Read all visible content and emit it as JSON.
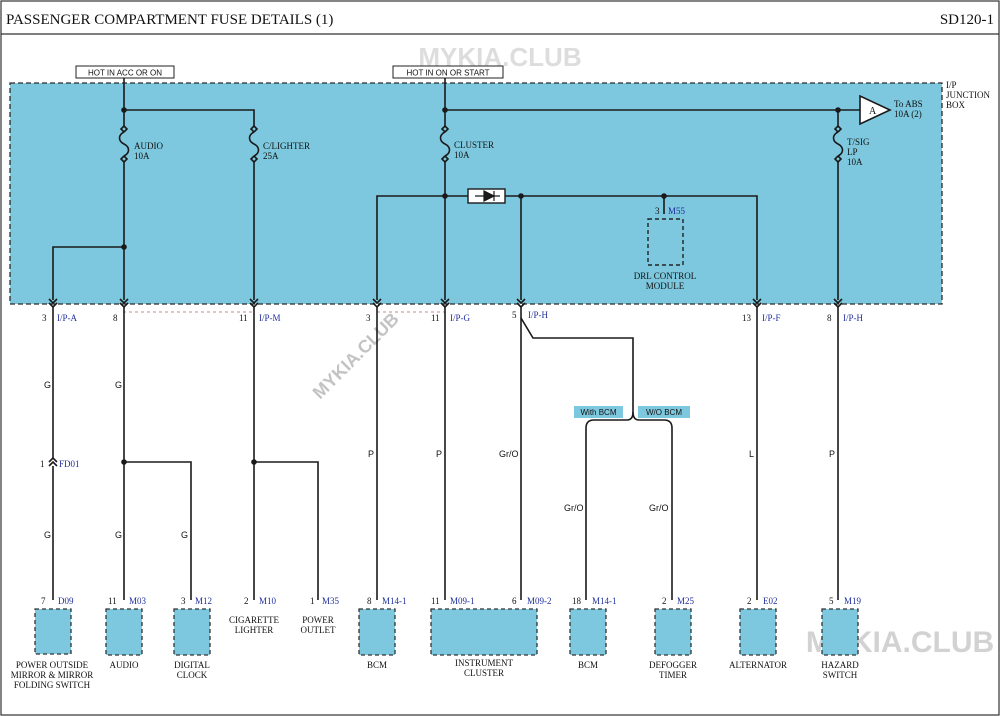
{
  "header": {
    "title": "PASSENGER COMPARTMENT FUSE DETAILS (1)",
    "code": "SD120-1"
  },
  "watermark": "MYKIA.CLUB",
  "supply": {
    "acc": "HOT IN ACC OR ON",
    "on": "HOT IN ON OR START"
  },
  "junction_box": {
    "line1": "I/P",
    "line2": "JUNCTION",
    "line3": "BOX"
  },
  "fuses": [
    {
      "name": "AUDIO",
      "rating": "10A"
    },
    {
      "name": "C/LIGHTER",
      "rating": "25A"
    },
    {
      "name": "CLUSTER",
      "rating": "10A"
    },
    {
      "name": "T/SIG",
      "name2": "LP",
      "rating": "10A"
    }
  ],
  "abs_ref": {
    "letter": "A",
    "line1": "To ABS",
    "line2": "10A (2)"
  },
  "drl": {
    "pin": "3",
    "connector": "M55",
    "line1": "DRL CONTROL",
    "line2": "MODULE"
  },
  "jb_pins": [
    {
      "pin": "3",
      "connector": "I/P-A"
    },
    {
      "pin": "8",
      "connector": ""
    },
    {
      "pin": "11",
      "connector": "I/P-M"
    },
    {
      "pin": "3",
      "connector": ""
    },
    {
      "pin": "11",
      "connector": "I/P-G"
    },
    {
      "pin": "5",
      "connector": "I/P-H"
    },
    {
      "pin": "13",
      "connector": "I/P-F"
    },
    {
      "pin": "8",
      "connector": "I/P-H"
    }
  ],
  "wire_colors": {
    "g1": "G",
    "g2": "G",
    "g3": "G",
    "g4": "G",
    "g5": "G",
    "p1": "P",
    "p2": "P",
    "p3": "P",
    "gro1": "Gr/O",
    "gro2": "Gr/O",
    "gro3": "Gr/O",
    "l1": "L"
  },
  "inline_connector": {
    "pin": "1",
    "connector": "FD01"
  },
  "option_tags": {
    "with_bcm": "With BCM",
    "wo_bcm": "W/O BCM"
  },
  "components": [
    {
      "pin": "7",
      "connector": "D09",
      "line1": "POWER OUTSIDE",
      "line2": "MIRROR & MIRROR",
      "line3": "FOLDING SWITCH"
    },
    {
      "pin": "11",
      "connector": "M03",
      "line1": "AUDIO"
    },
    {
      "pin": "3",
      "connector": "M12",
      "line1": "DIGITAL",
      "line2": "CLOCK"
    },
    {
      "pin": "2",
      "connector": "M10",
      "line1": "CIGARETTE",
      "line2": "LIGHTER"
    },
    {
      "pin": "1",
      "connector": "M35",
      "line1": "POWER",
      "line2": "OUTLET"
    },
    {
      "pin": "8",
      "connector": "M14-1",
      "line1": "BCM"
    },
    {
      "pin": "11",
      "connector": "M09-1",
      "line1": "INSTRUMENT",
      "line2": "CLUSTER"
    },
    {
      "pin": "6",
      "connector": "M09-2"
    },
    {
      "pin": "18",
      "connector": "M14-1",
      "line1": "BCM"
    },
    {
      "pin": "2",
      "connector": "M25",
      "line1": "DEFOGGER",
      "line2": "TIMER"
    },
    {
      "pin": "2",
      "connector": "E02",
      "line1": "ALTERNATOR"
    },
    {
      "pin": "5",
      "connector": "M19",
      "line1": "HAZARD",
      "line2": "SWITCH"
    }
  ],
  "colors": {
    "junction_fill": "#7dc8de",
    "component_fill": "#7dc8de",
    "connector_text": "#1f2f9c",
    "option_tag_fill": "#7dc8de"
  }
}
